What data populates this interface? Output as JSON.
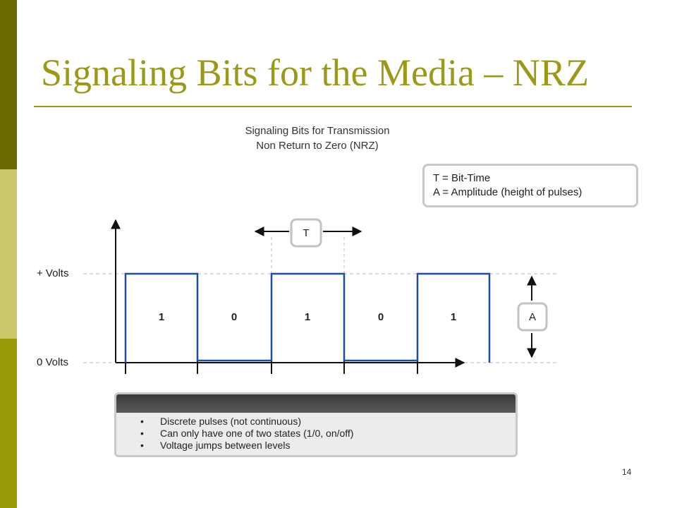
{
  "slide": {
    "title": "Signaling Bits for the Media – NRZ",
    "page_number": "14"
  },
  "colors": {
    "title": "#9a9a1a",
    "sidebar_dark": "#6b6b00",
    "sidebar_light": "#c8c86a",
    "sidebar_mid": "#9a9a08",
    "signal": "#1f4ea1"
  },
  "diagram": {
    "title_line1": "Signaling Bits for Transmission",
    "title_line2": "Non Return to Zero (NRZ)",
    "legend": {
      "line1": "T = Bit-Time",
      "line2": "A = Amplitude (height of pulses)"
    },
    "y_labels": {
      "high": "+ Volts",
      "low": "0 Volts"
    },
    "bits": [
      "1",
      "0",
      "1",
      "0",
      "1"
    ],
    "t_marker": "T",
    "a_marker": "A"
  },
  "info": {
    "items": [
      "Discrete pulses (not continuous)",
      "Can only have one of two states (1/0, on/off)",
      "Voltage jumps between levels"
    ]
  }
}
